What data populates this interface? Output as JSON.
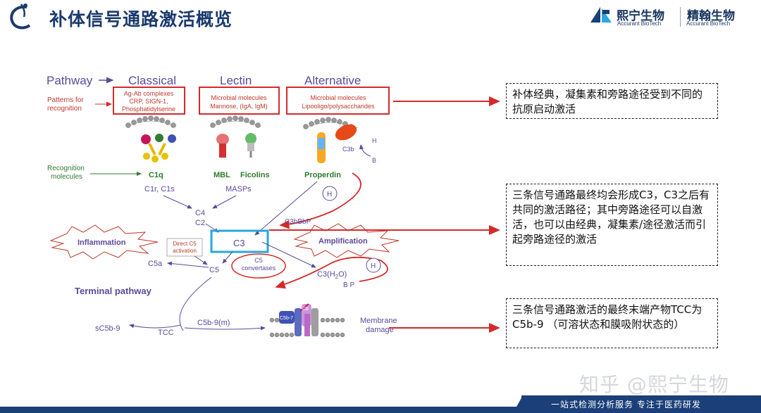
{
  "header": {
    "title": "补体信号通路激活概览"
  },
  "brand": {
    "name_cn": "熙宁生物",
    "name_en": "Accurant BioTech",
    "name2_cn": "精翰生物",
    "name2_en": "Accurant BioTech"
  },
  "diagram": {
    "pathway_label": "Pathway",
    "classical": "Classical",
    "lectin": "Lectin",
    "alternative": "Alternative",
    "patterns_line1": "Patterns for",
    "patterns_line2": "recognition",
    "box_classical": [
      "Ag-Ab complexes",
      "CRP, SIGN-1,",
      "Phosphatidylserine"
    ],
    "box_lectin": [
      "Microbial molecules",
      "Mannose, (IgA, IgM)"
    ],
    "box_alternative": [
      "Microbial molecules",
      "Lipooligo/polysaccharides"
    ],
    "recog_line1": "Recognition",
    "recog_line2": "molecules",
    "c1q": "C1q",
    "mbl": "MBL",
    "ficolins": "Ficolins",
    "properdin": "Properdin",
    "c3b": "C3b",
    "h": "H",
    "b": "B",
    "c1r_c1s": "C1r, C1s",
    "masps": "MASPs",
    "c4": "C4",
    "c2": "C2",
    "c3bbbp": "C3bBbP",
    "inflammation": "Inflammation",
    "direct_c5_line1": "Direct C5",
    "direct_c5_line2": "activation",
    "c3": "C3",
    "amplification": "Amplification",
    "c5a": "C5a",
    "c5": "C5",
    "c5_conv_line1": "C5",
    "c5_conv_line2": "convertases",
    "c3h2o": "C3(H",
    "c3h2o_sub": "2",
    "c3h2o_end": "O)",
    "bp": "B P",
    "terminal": "Terminal pathway",
    "sc5b9": "sC5b-9",
    "tcc": "TCC",
    "c5b9m": "C5b-9(m)",
    "c5b7": "C5b-7",
    "c8": "C8",
    "membrane_line1": "Membrane",
    "membrane_line2": "damage"
  },
  "notes": {
    "note1": "补体经典，凝集素和旁路途径受到不同的抗原启动激活",
    "note2": "三条信号通路最终均会形成C3，C3之后有共同的激活路径；其中旁路途径可以自激活，也可以由经典，凝集素/途径激活而引起旁路途径的激活",
    "note3": "三条信号通路激活的最终末端产物TCC为C5b-9 （可溶状态和膜吸附状态的）"
  },
  "watermark": "知乎 @熙宁生物",
  "footer": {
    "slogan": "一站式检测分析服务  专注于医药研发"
  },
  "colors": {
    "title_blue": "#1a3a6e",
    "diagram_purple": "#5b4a9b",
    "highlight_red": "#d42a2a",
    "c3_box_cyan": "#2aa7dd",
    "recognition_green": "#2f7a2f",
    "footer_navy": "#1b3f78"
  }
}
